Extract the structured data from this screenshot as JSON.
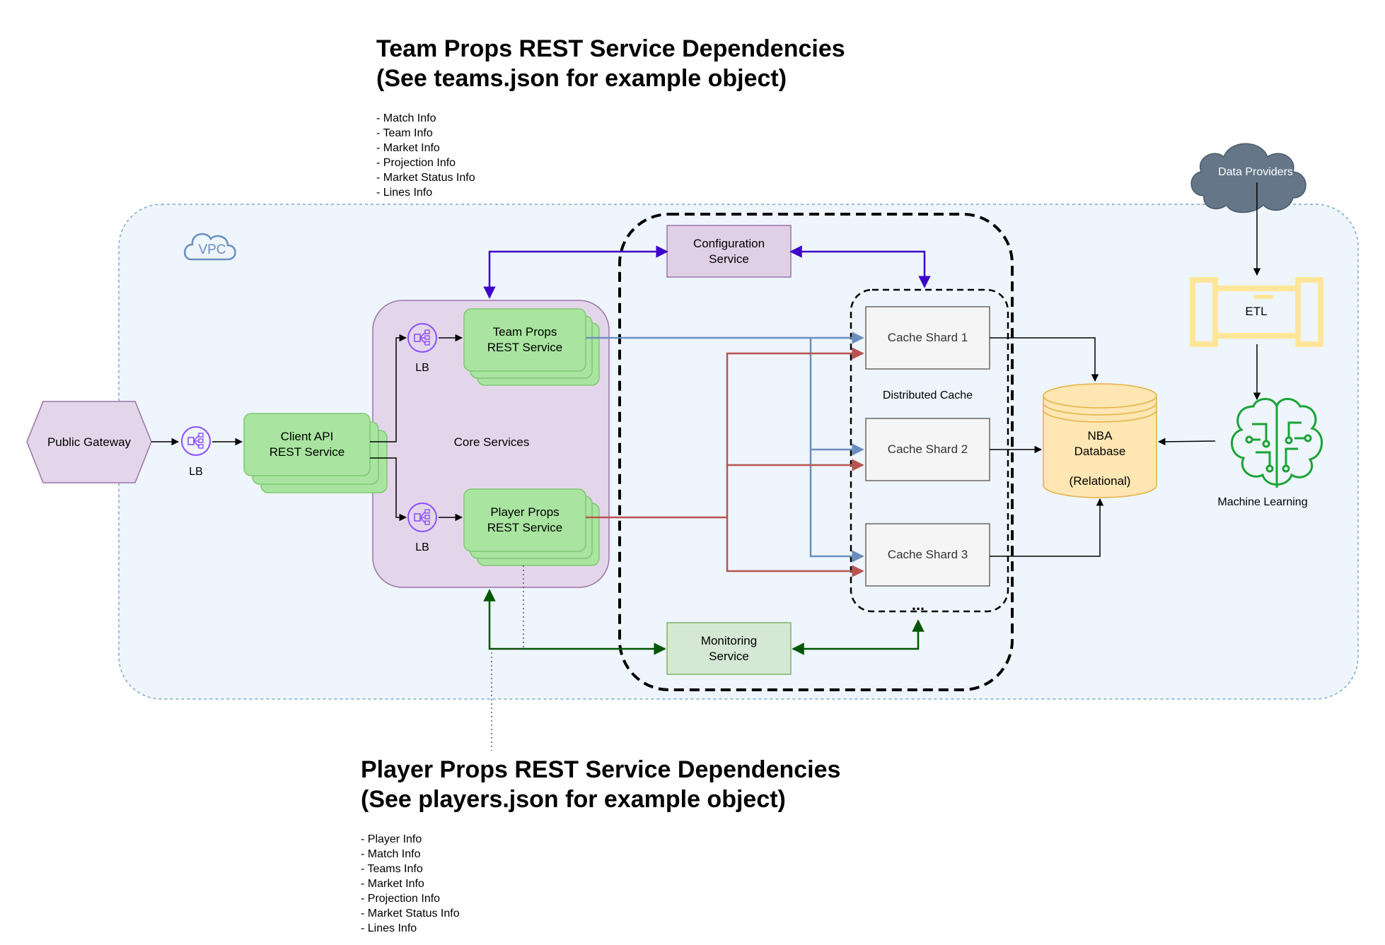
{
  "team_section": {
    "heading_line1": "Team Props REST Service Dependencies",
    "heading_line2": "(See teams.json for example object)",
    "items": [
      "- Match Info",
      "- Team Info",
      "- Market Info",
      "- Projection Info",
      "- Market Status Info",
      "- Lines Info"
    ]
  },
  "player_section": {
    "heading_line1": "Player Props REST Service Dependencies",
    "heading_line2": "(See players.json for example object)",
    "items": [
      "- Player Info",
      "- Match Info",
      "- Teams Info",
      "- Market Info",
      "- Projection Info",
      "- Market Status Info",
      "- Lines Info"
    ]
  },
  "vpc_label": "VPC",
  "nodes": {
    "public_gateway": "Public Gateway",
    "lb": "LB",
    "client_api_line1": "Client API",
    "client_api_line2": "REST Service",
    "core_services": "Core Services",
    "team_props_line1": "Team Props",
    "team_props_line2": "REST Service",
    "player_props_line1": "Player Props",
    "player_props_line2": "REST Service",
    "configuration_line1": "Configuration",
    "configuration_line2": "Service",
    "monitoring_line1": "Monitoring",
    "monitoring_line2": "Service",
    "distributed_cache": "Distributed Cache",
    "cache_shard_1": "Cache Shard 1",
    "cache_shard_2": "Cache Shard 2",
    "cache_shard_3": "Cache Shard 3",
    "cache_more": "...",
    "nba_db_line1": "NBA",
    "nba_db_line2": "Database",
    "nba_db_line3": "(Relational)",
    "data_providers": "Data Providers",
    "etl": "ETL",
    "machine_learning": "Machine Learning"
  },
  "icons": {
    "lb": "load-balancer-icon",
    "vpc": "cloud-icon",
    "etl": "etl-pipe-icon",
    "ml": "brain-circuit-icon",
    "data_providers": "cloud-icon"
  },
  "colors": {
    "vpc_fill": "#eef5fc",
    "vpc_stroke": "#7ba7d4",
    "core_fill": "#e4d6ea",
    "core_stroke": "#9a73ab",
    "service_green": "#a9e4a0",
    "service_green_stroke": "#7ec872",
    "config_fill": "#e0d0e6",
    "monitor_fill": "#d5e8d4",
    "shard_fill": "#f5f5f5",
    "db_fill": "#ffe6b3",
    "db_stroke": "#e6b143",
    "blue_arrow": "#6c8ebf",
    "red_arrow": "#b85450",
    "purple_arrow": "#3d00c8",
    "green_arrow": "#005700",
    "lb_purple": "#8c4fff",
    "etl_yellow": "#ffe699",
    "ml_green": "#1aa336",
    "cloud_fill": "#647687"
  }
}
